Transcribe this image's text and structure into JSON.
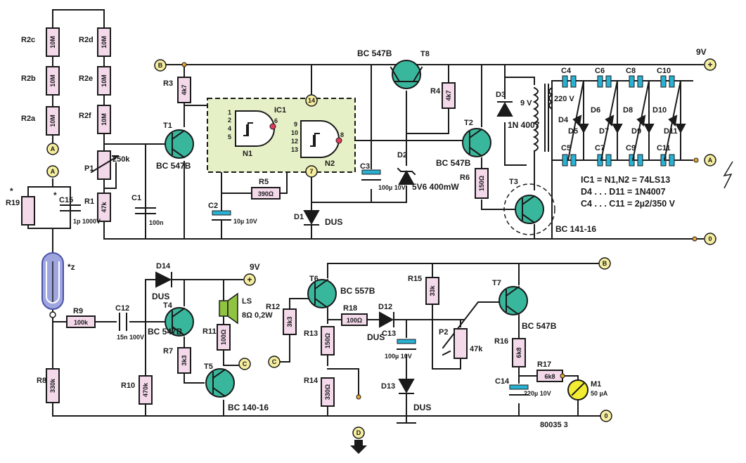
{
  "resistors": [
    {
      "ref": "R2c",
      "value": "10M"
    },
    {
      "ref": "R2b",
      "value": "10M"
    },
    {
      "ref": "R2a",
      "value": "10M"
    },
    {
      "ref": "R2d",
      "value": "10M"
    },
    {
      "ref": "R2e",
      "value": "10M"
    },
    {
      "ref": "R2f",
      "value": "10M"
    },
    {
      "ref": "R1",
      "value": "47k"
    },
    {
      "ref": "R3",
      "value": "4k7"
    },
    {
      "ref": "R4",
      "value": "4k7"
    },
    {
      "ref": "R5",
      "value": "390Ω"
    },
    {
      "ref": "R6",
      "value": "150Ω"
    },
    {
      "ref": "R19",
      "value": ""
    },
    {
      "ref": "R8",
      "value": "330k"
    },
    {
      "ref": "R9",
      "value": "100k"
    },
    {
      "ref": "R10",
      "value": "470k"
    },
    {
      "ref": "R7",
      "value": "3k3"
    },
    {
      "ref": "R11",
      "value": "100Ω"
    },
    {
      "ref": "R12",
      "value": "3k3"
    },
    {
      "ref": "R13",
      "value": "150Ω"
    },
    {
      "ref": "R14",
      "value": "330Ω"
    },
    {
      "ref": "R18",
      "value": "100Ω"
    },
    {
      "ref": "R15",
      "value": "33k"
    },
    {
      "ref": "R16",
      "value": "6k8"
    },
    {
      "ref": "R17",
      "value": "6k8"
    }
  ],
  "potentiometers": [
    {
      "ref": "P1",
      "value": "250k"
    },
    {
      "ref": "P2",
      "value": "47k"
    }
  ],
  "capacitors": [
    {
      "ref": "C1",
      "value": "100n"
    },
    {
      "ref": "C2",
      "value": "10µ 10V"
    },
    {
      "ref": "C3",
      "value": "100µ 10V"
    },
    {
      "ref": "C12",
      "value": "15n 100V"
    },
    {
      "ref": "C13",
      "value": "100µ 10V"
    },
    {
      "ref": "C14",
      "value": "220µ 10V"
    },
    {
      "ref": "C15",
      "value": "1p 1000V"
    }
  ],
  "multiplier_caps": [
    "C4",
    "C5",
    "C6",
    "C7",
    "C8",
    "C9",
    "C10",
    "C11"
  ],
  "multiplier_diodes": [
    "D4",
    "D5",
    "D6",
    "D7",
    "D8",
    "D9",
    "D10",
    "D11"
  ],
  "transistors": [
    {
      "ref": "T1",
      "type": "BC 547B"
    },
    {
      "ref": "T2",
      "type": "BC 547B"
    },
    {
      "ref": "T3",
      "type": "BC 141-16"
    },
    {
      "ref": "T4",
      "type": "BC 547B"
    },
    {
      "ref": "T5",
      "type": "BC 140-16"
    },
    {
      "ref": "T6",
      "type": "BC 557B"
    },
    {
      "ref": "T7",
      "type": "BC 547B"
    },
    {
      "ref": "T8",
      "type": "BC 547B"
    }
  ],
  "diodes": [
    {
      "ref": "D1",
      "type": "DUS"
    },
    {
      "ref": "D2",
      "type": "5V6 400mW"
    },
    {
      "ref": "D3",
      "type": "1N 4007"
    },
    {
      "ref": "D12",
      "type": "DUS"
    },
    {
      "ref": "D13",
      "type": "DUS"
    },
    {
      "ref": "D14",
      "type": "DUS"
    }
  ],
  "ic": {
    "ref": "IC1",
    "gate1": "N1",
    "gate2": "N2",
    "pins": [
      "1",
      "2",
      "4",
      "5",
      "6",
      "9",
      "10",
      "12",
      "13",
      "8"
    ],
    "pin14": "14",
    "pin7": "7"
  },
  "transformer": {
    "secondary": "220 V",
    "primary": "9 V"
  },
  "speaker": {
    "ref": "LS",
    "spec": "8Ω 0,2W"
  },
  "meter": {
    "ref": "M1",
    "spec": "50 µA"
  },
  "tube_mark": "*z",
  "star": "*",
  "supply": {
    "top": "9V",
    "bottom": "9V"
  },
  "nodes": {
    "A": "A",
    "B": "B",
    "C": "C",
    "D": "D",
    "zero": "0"
  },
  "notes": [
    "IC1 = N1,N2 = 74LS13",
    "D4 . . . D11 = 1N4007",
    "C4 . . . C11 = 2µ2/350 V"
  ],
  "figure_code": "80035 3"
}
